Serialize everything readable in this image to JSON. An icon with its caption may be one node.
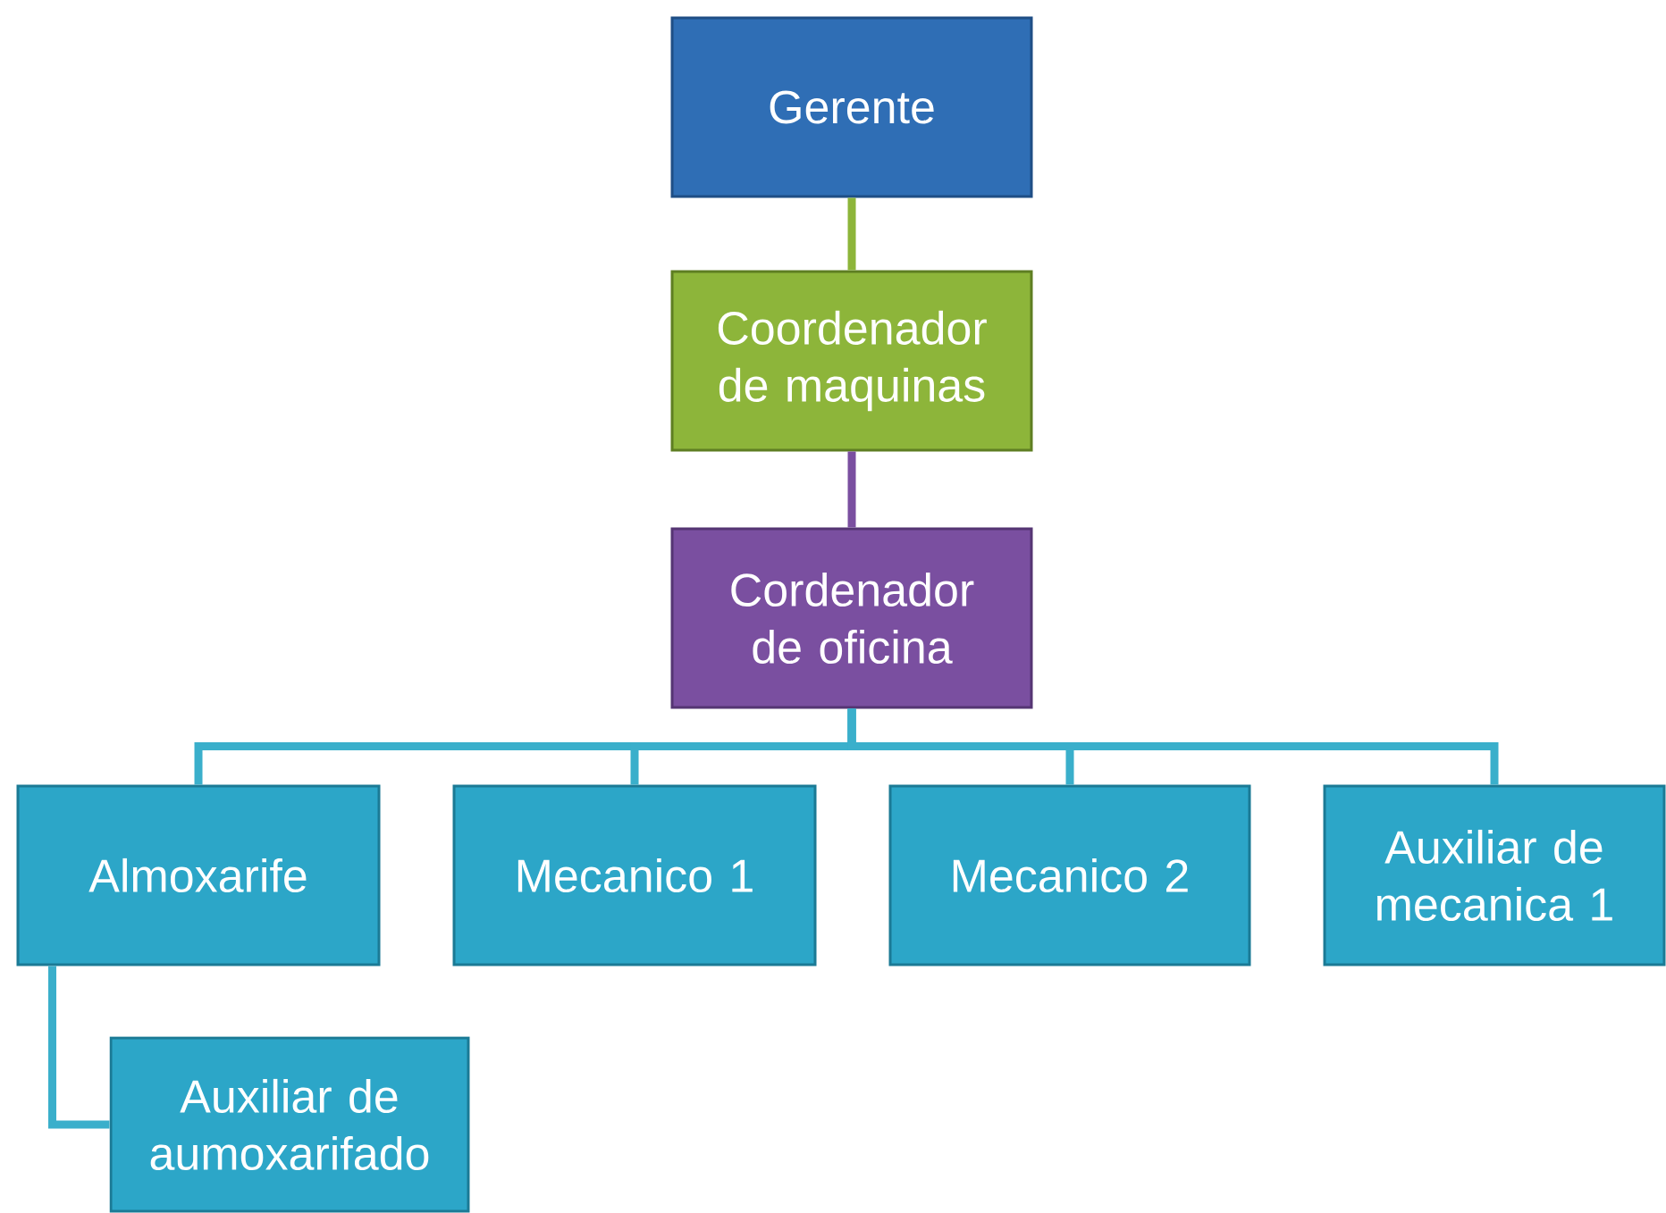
{
  "diagram": {
    "nodes": [
      {
        "text": [
          "Gerente"
        ]
      },
      {
        "text": [
          "Coordenador de maquinas"
        ]
      },
      {
        "text": [
          "Cordenador de oficina"
        ]
      },
      {
        "text": [
          "Almoxarife"
        ]
      },
      {
        "text": [
          "Mecanico 1"
        ]
      },
      {
        "text": [
          "Mecanico 2"
        ]
      },
      {
        "text": [
          "Auxiliar de mecanica 1"
        ]
      },
      {
        "text": [
          "Auxiliar de aumoxarifado"
        ]
      }
    ],
    "edges": [
      {
        "from": 0,
        "to": 1,
        "arrow": "none",
        "color": "#8db53a"
      },
      {
        "from": 1,
        "to": 2,
        "arrow": "none",
        "color": "#7a4fa0"
      },
      {
        "from": 2,
        "to": 3,
        "arrow": "none"
      },
      {
        "from": 2,
        "to": 4,
        "arrow": "none"
      },
      {
        "from": 2,
        "to": 5,
        "arrow": "none"
      },
      {
        "from": 2,
        "to": 6,
        "arrow": "none"
      },
      {
        "from": 3,
        "to": 7,
        "arrow": "none"
      }
    ]
  }
}
